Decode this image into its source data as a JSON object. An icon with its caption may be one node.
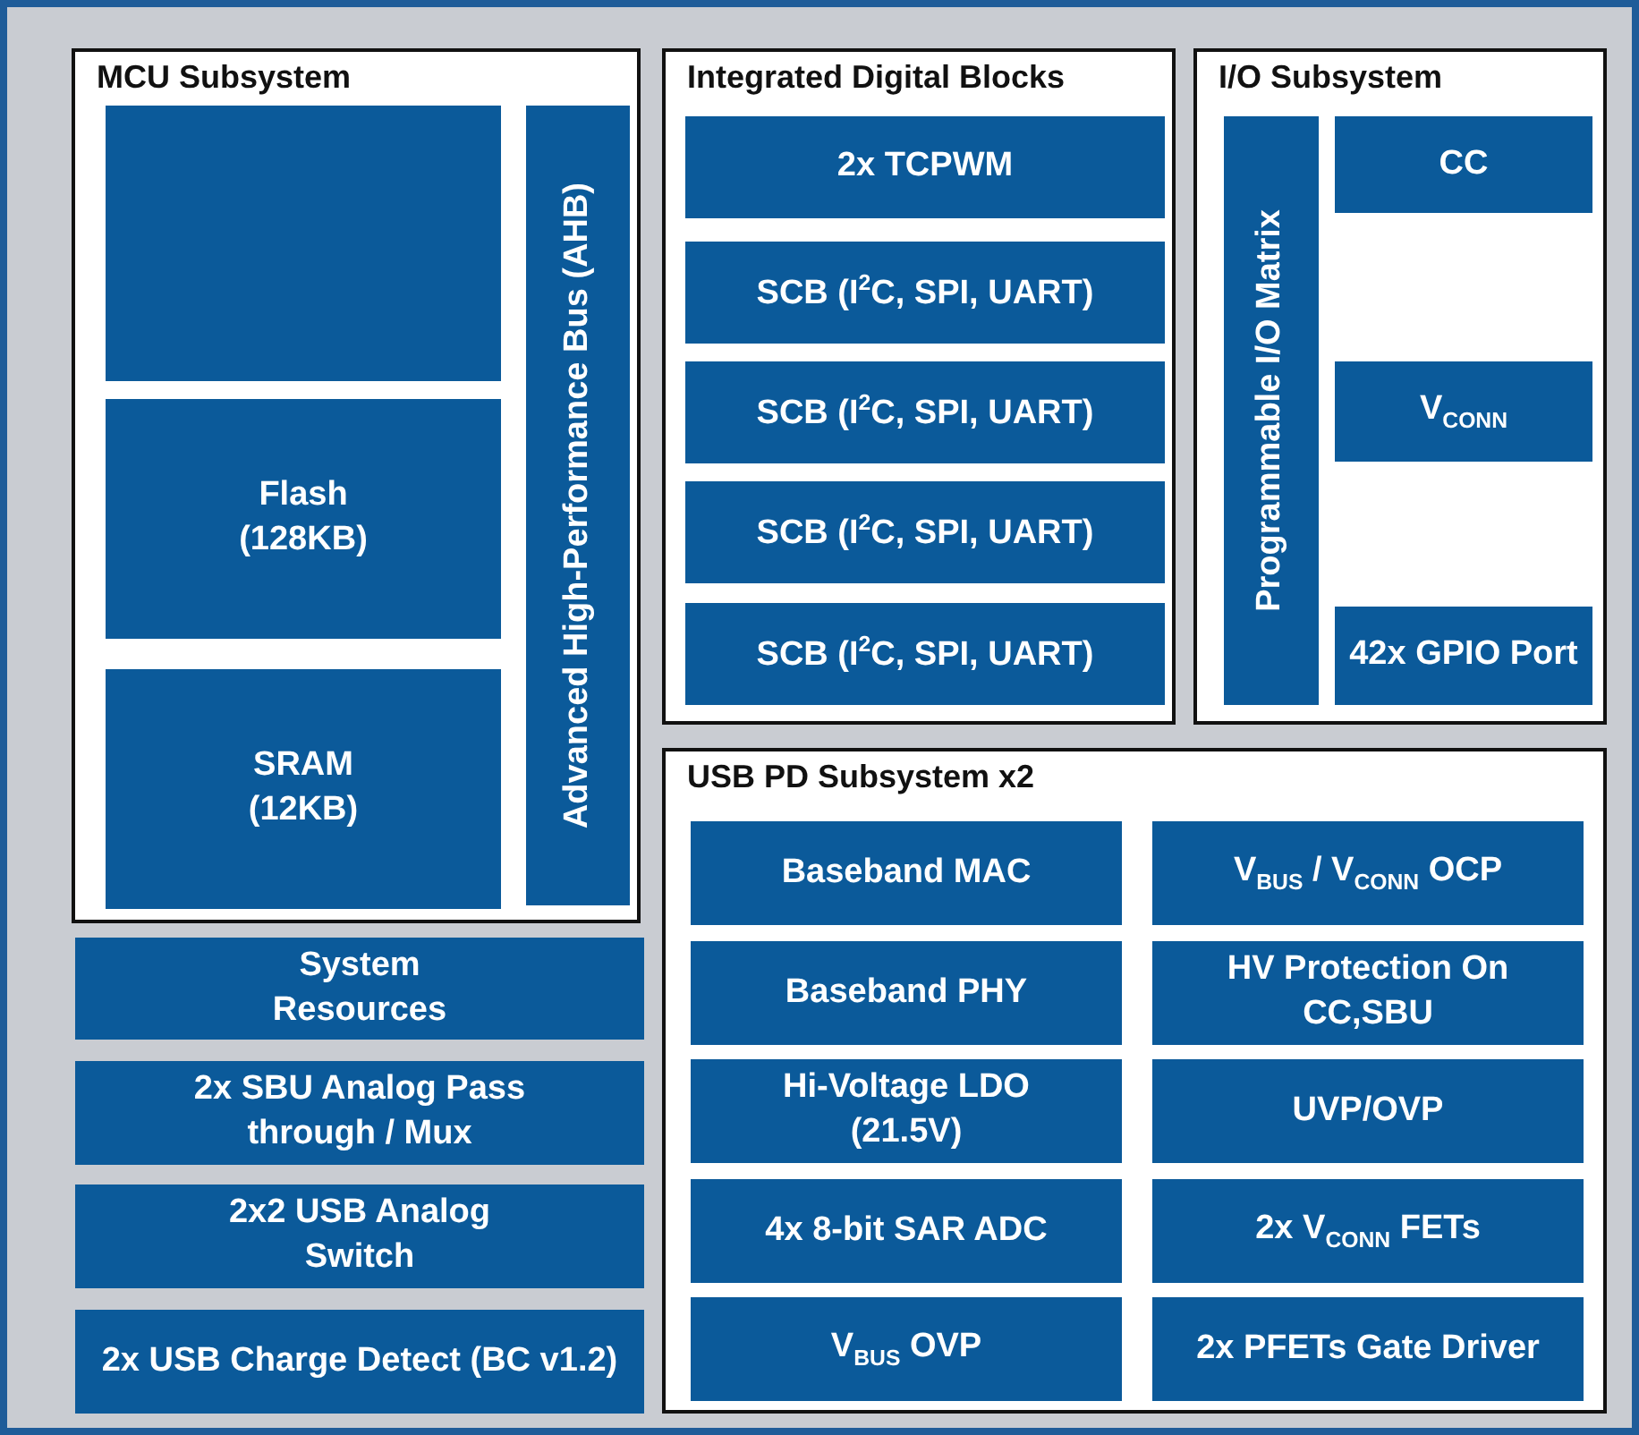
{
  "diagram": {
    "nodes": [
      {
        "text": [
          "MCU Subsystem"
        ]
      },
      {
        "text": [],
        "shape": "box",
        "in": 0
      },
      {
        "text": [
          "Flash (128KB)"
        ],
        "in": 0
      },
      {
        "text": [
          "SRAM (12KB)"
        ],
        "in": 0
      },
      {
        "text": [
          "Advanced High-Performance Bus (AHB)"
        ],
        "in": 0
      },
      {
        "text": [
          "Integrated Digital Blocks"
        ]
      },
      {
        "text": [
          "2x TCPWM"
        ],
        "in": 5
      },
      {
        "text": [
          "SCB (I$^{2}$C, SPI, UART)"
        ],
        "in": 5
      },
      {
        "text": [
          "SCB (I$^{2}$C, SPI, UART)"
        ],
        "in": 5
      },
      {
        "text": [
          "SCB (I$^{2}$C, SPI, UART)"
        ],
        "in": 5
      },
      {
        "text": [
          "SCB (I$^{2}$C, SPI, UART)"
        ],
        "in": 5
      },
      {
        "text": [
          "I/O Subsystem"
        ]
      },
      {
        "text": [
          "Programmable I/O Matrix"
        ],
        "in": 11
      },
      {
        "text": [
          "CC"
        ],
        "in": 11
      },
      {
        "text": [
          "V$_{CONN}$"
        ],
        "in": 11
      },
      {
        "text": [
          "42x GPIO Port"
        ],
        "in": 11
      },
      {
        "text": [
          "System Resources"
        ]
      },
      {
        "text": [
          "2x SBU Analog Pass through / Mux"
        ]
      },
      {
        "text": [
          "2x2 USB Analog Switch"
        ]
      },
      {
        "text": [
          "2x USB Charge Detect (BC v1.2)"
        ]
      },
      {
        "text": [
          "USB PD Subsystem x2"
        ]
      },
      {
        "text": [
          "Baseband MAC"
        ],
        "in": 20
      },
      {
        "text": [
          "V$_{BUS}$ / V$_{CONN}$ OCP"
        ],
        "in": 20
      },
      {
        "text": [
          "Baseband PHY"
        ],
        "in": 20
      },
      {
        "text": [
          "HV Protection On CC,SBU"
        ],
        "in": 20
      },
      {
        "text": [
          "Hi-Voltage LDO (21.5V)"
        ],
        "in": 20
      },
      {
        "text": [
          "UVP/OVP"
        ],
        "in": 20
      },
      {
        "text": [
          "4x 8-bit SAR ADC"
        ],
        "in": 20
      },
      {
        "text": [
          "2x V$_{CONN}$ FETs"
        ],
        "in": 20
      },
      {
        "text": [
          "V$_{BUS}$ OVP"
        ],
        "in": 20
      },
      {
        "text": [
          "2x  PFETs Gate Driver"
        ],
        "in": 20
      }
    ],
    "edges": []
  }
}
